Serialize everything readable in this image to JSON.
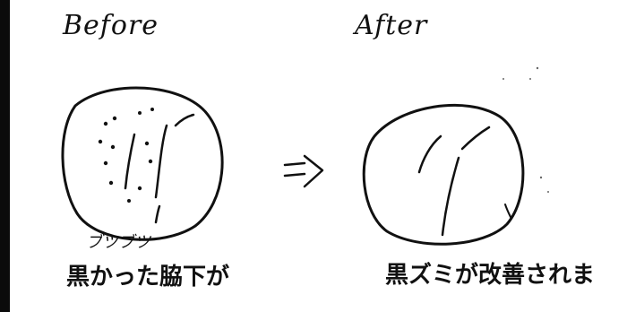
{
  "before_label": "Before",
  "after_label": "After",
  "arrow_symbol": "=>",
  "caption_small": "ブツブツ",
  "caption_left": "黒かった脇下が",
  "caption_right": "黒ズミが改善されま",
  "colors": {
    "ink": "#111111",
    "background": "#ffffff",
    "edge_bar": "#0b0b0b"
  }
}
